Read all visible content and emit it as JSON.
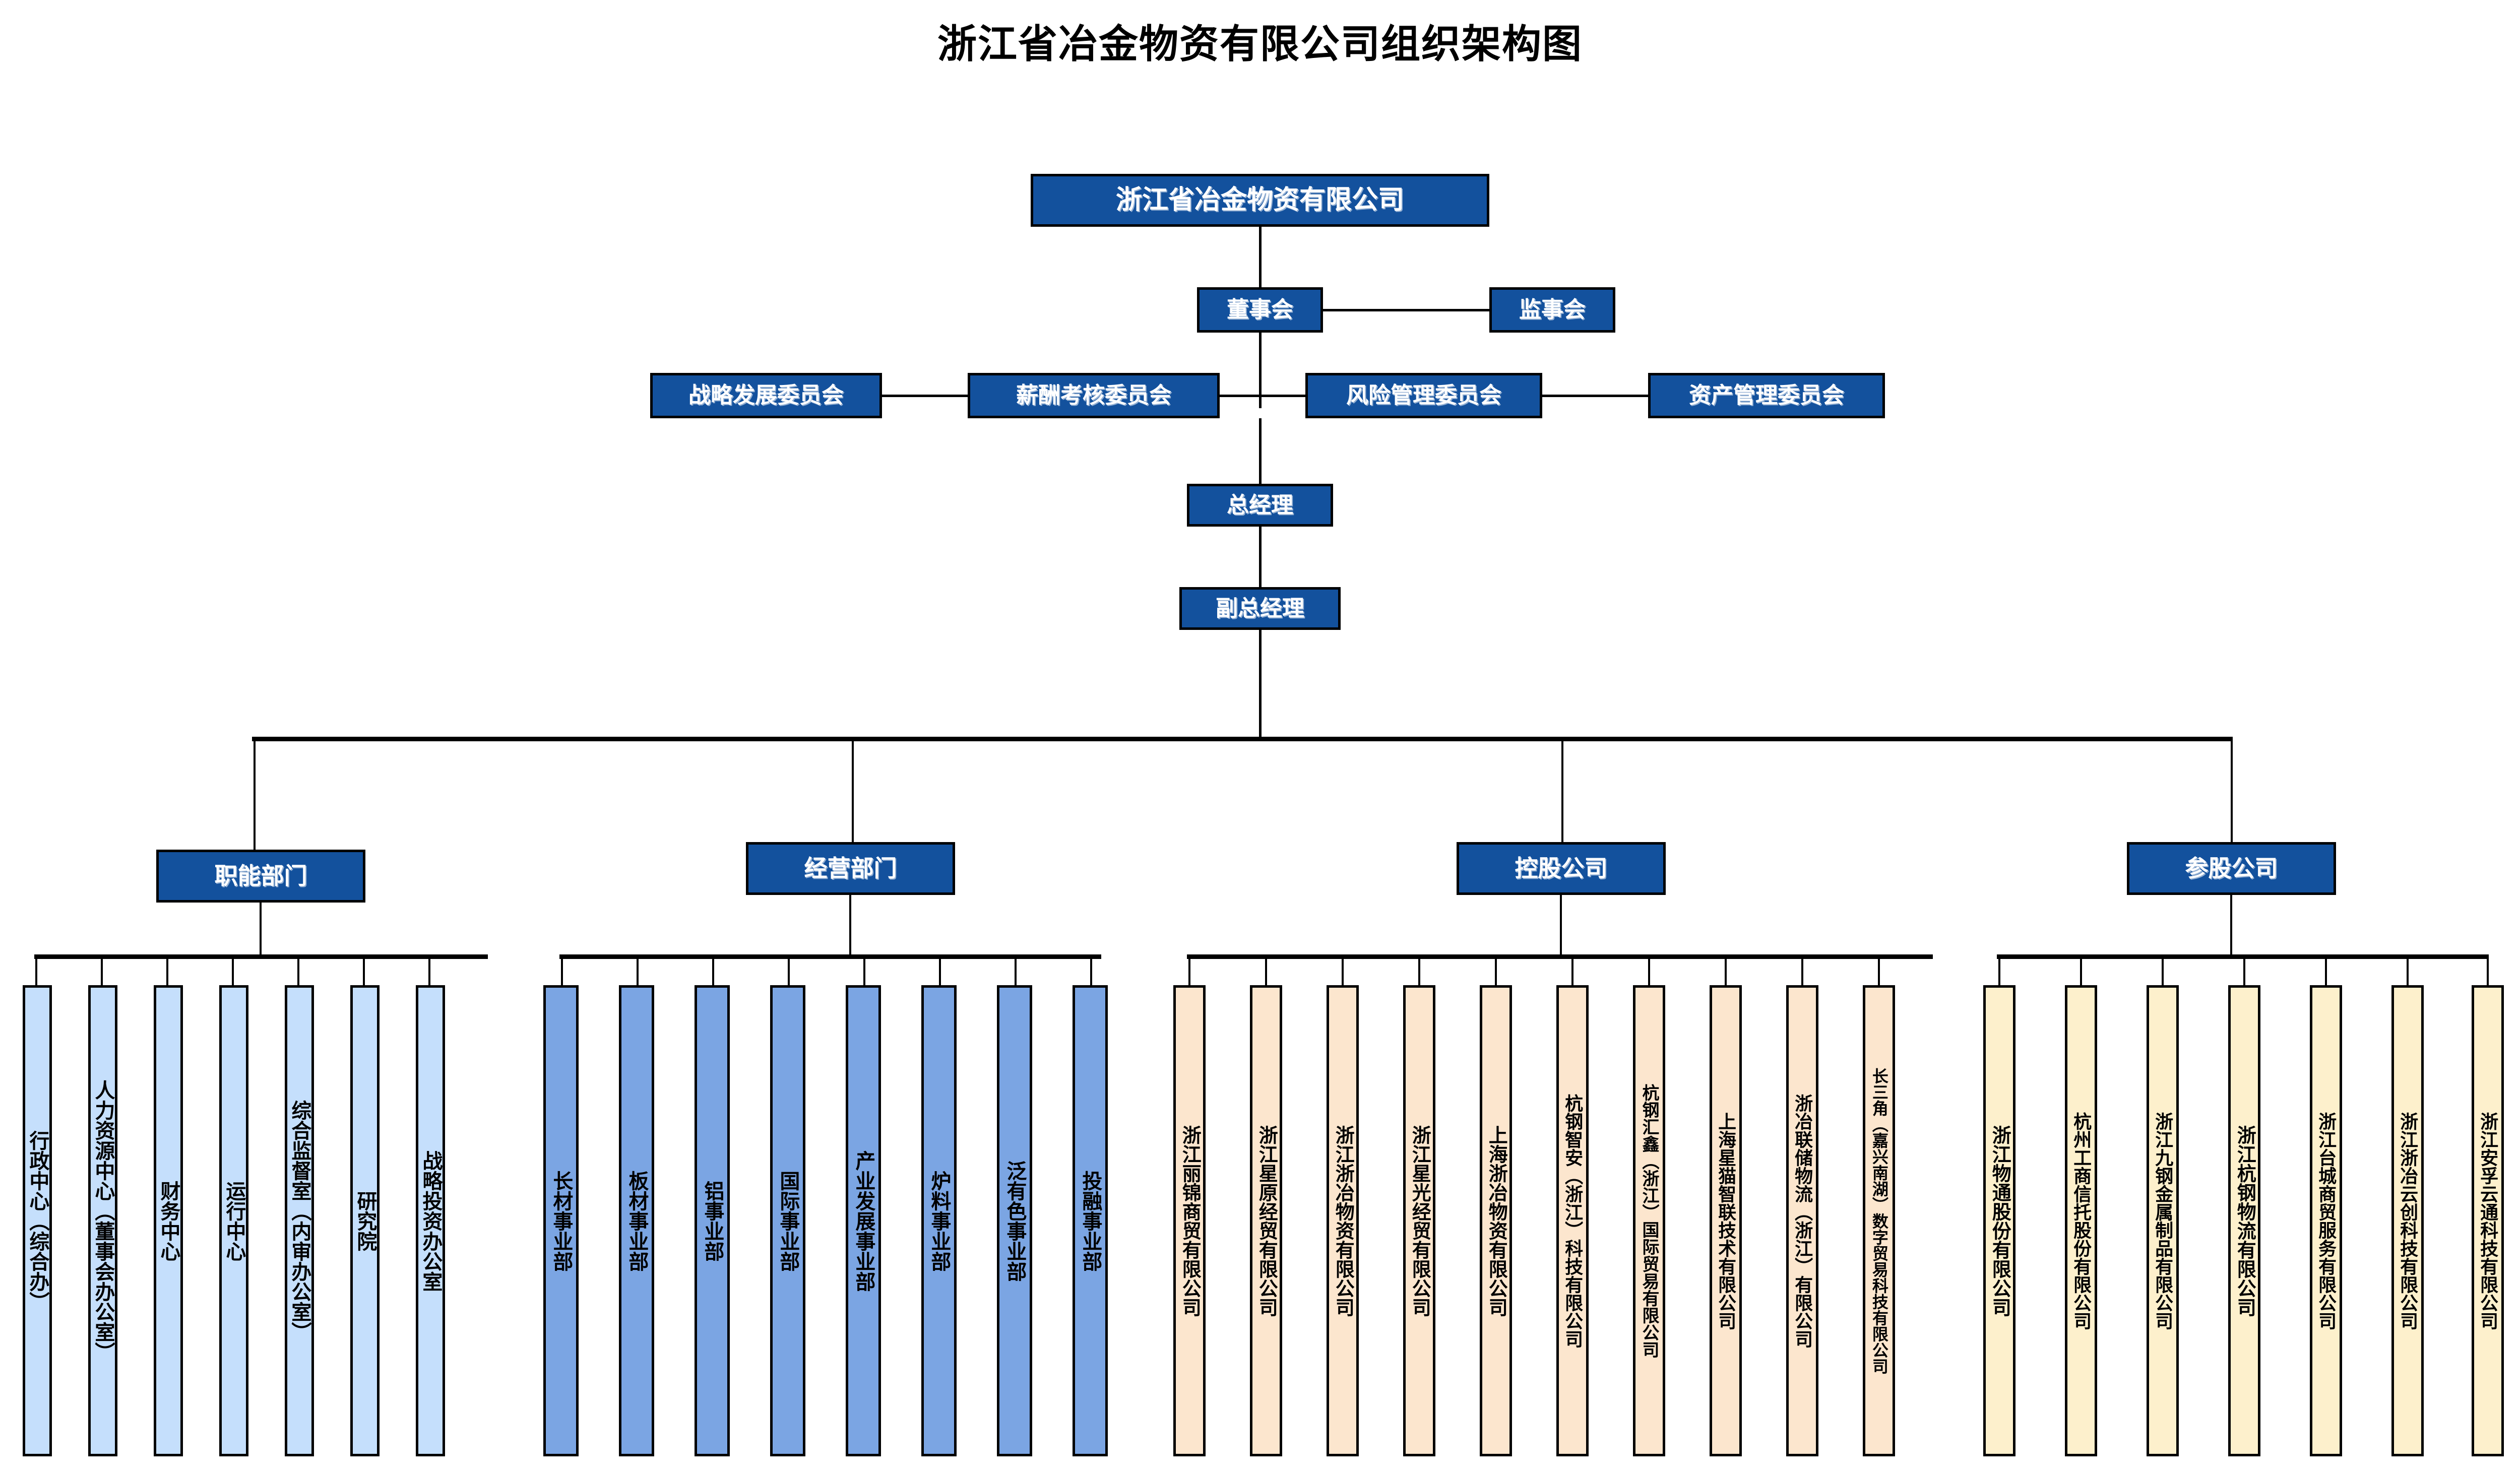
{
  "title": "浙江省冶金物资有限公司组织架构图",
  "colors": {
    "navy": "#13519D",
    "light_blue": "#C5DFFC",
    "mid_blue": "#7BA5E3",
    "peach": "#FCE6CE",
    "cream": "#FDF0CC",
    "line": "#000000",
    "text_dark": "#000000",
    "text_light": "#FFFFFF"
  },
  "root": {
    "label": "浙江省冶金物资有限公司"
  },
  "governance": {
    "board": "董事会",
    "supervisors": "监事会",
    "committees": [
      "战略发展委员会",
      "薪酬考核委员会",
      "风险管理委员会",
      "资产管理委员会"
    ]
  },
  "management": {
    "general_manager": "总经理",
    "deputy_general_manager": "副总经理"
  },
  "groups": [
    {
      "label": "职能部门",
      "items": [
        "行政中心（综合办）",
        "人力资源中心（董事会办公室）",
        "财务中心",
        "运行中心",
        "综合监督室（内审办公室）",
        "研究院",
        "战略投资办公室"
      ]
    },
    {
      "label": "经营部门",
      "items": [
        "长材事业部",
        "板材事业部",
        "铝事业部",
        "国际事业部",
        "产业发展事业部",
        "炉料事业部",
        "泛有色事业部",
        "投融事业部"
      ]
    },
    {
      "label": "控股公司",
      "items": [
        "浙江丽锦商贸有限公司",
        "浙江星原经贸有限公司",
        "浙江浙冶物资有限公司",
        "浙江星光经贸有限公司",
        "上海浙冶物资有限公司",
        "杭钢智安（浙江）科技有限公司",
        "杭钢汇鑫（浙江）国际贸易有限公司",
        "上海星猫智联技术有限公司",
        "浙冶联储物流（浙江）有限公司",
        "长三角（嘉兴南湖）数字贸易科技有限公司"
      ]
    },
    {
      "label": "参股公司",
      "items": [
        "浙江物通股份有限公司",
        "杭州工商信托股份有限公司",
        "浙江九钢金属制品有限公司",
        "浙江杭钢物流有限公司",
        "浙江台城商贸服务有限公司",
        "浙江浙冶云创科技有限公司",
        "浙江安孚云通科技有限公司"
      ]
    }
  ]
}
